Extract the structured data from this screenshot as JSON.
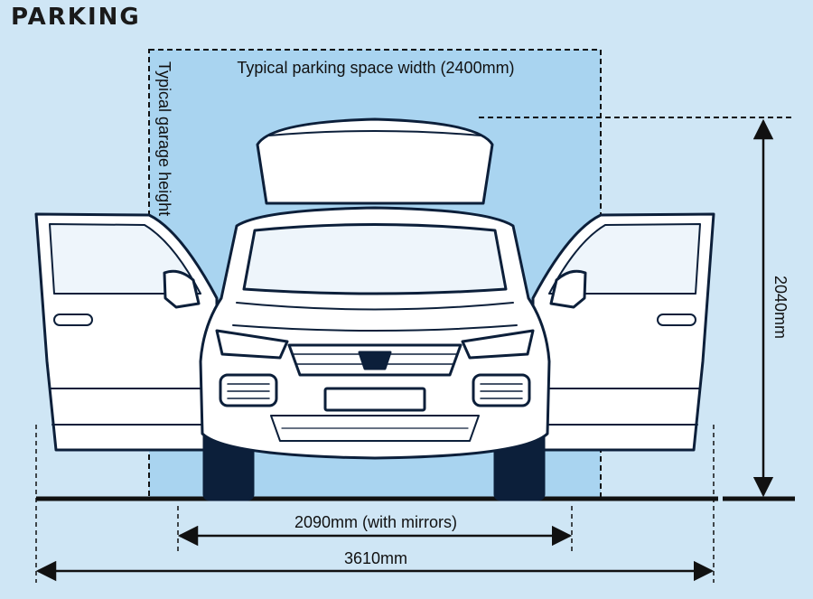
{
  "header": {
    "title": "PARKING"
  },
  "labels": {
    "space_width": "Typical parking space width (2400mm)",
    "garage_height": "Typical garage height",
    "height": "2040mm",
    "mirror_width": "2090mm (with mirrors)",
    "doors_open_width": "3610mm"
  },
  "colors": {
    "background": "#cfe6f5",
    "parking_space": "#a9d4f0",
    "outline": "#0c1f3a",
    "ink": "#111111"
  }
}
